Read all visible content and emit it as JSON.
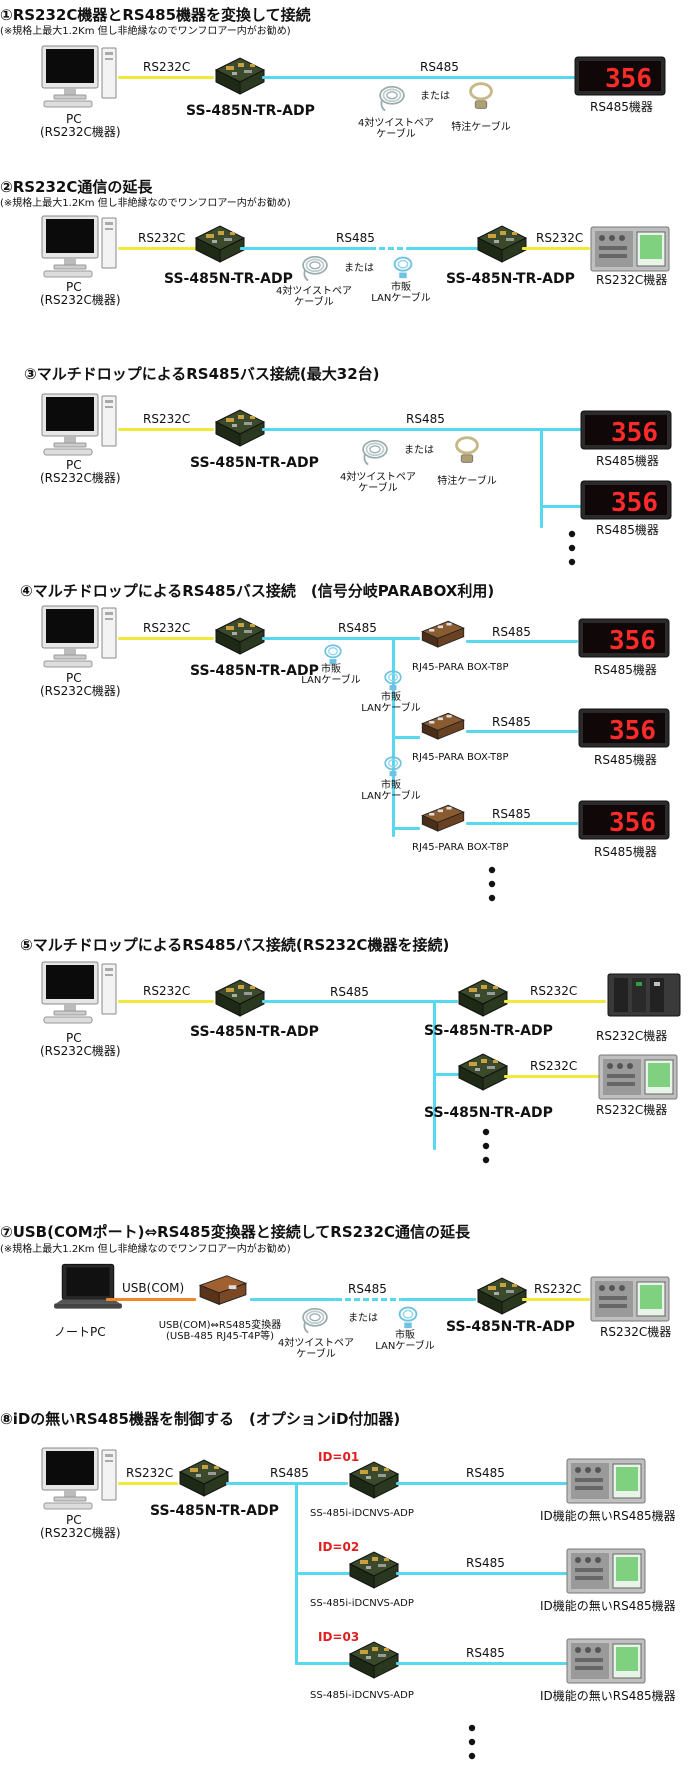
{
  "colors": {
    "rs232c_line": "#f2ea3a",
    "rs485_line": "#56d8ee",
    "usb_line": "#f0882a",
    "id_label": "#e02020",
    "display_digits": "#ff2a2a"
  },
  "s1": {
    "title": "①RS232C機器とRS485機器を変換して接続",
    "note": "(※規格上最大1.2Km 但し非絶縁なのでワンフロアー内がお勧め)",
    "rs232c": "RS232C",
    "rs485": "RS485",
    "converter": "SS-485N-TR-ADP",
    "pc1": "PC",
    "pc2": "(RS232C機器)",
    "cable1a": "4対ツイストペア",
    "cable1b": "ケーブル",
    "or": "または",
    "cable2": "特注ケーブル",
    "device": "RS485機器",
    "digits": "356"
  },
  "s2": {
    "title": "②RS232C通信の延長",
    "note": "(※規格上最大1.2Km 但し非絶縁なのでワンフロアー内がお勧め)",
    "rs232c_left": "RS232C",
    "rs232c_right": "RS232C",
    "rs485": "RS485",
    "converter_left": "SS-485N-TR-ADP",
    "converter_right": "SS-485N-TR-ADP",
    "pc1": "PC",
    "pc2": "(RS232C機器)",
    "cable1a": "4対ツイストペア",
    "cable1b": "ケーブル",
    "or": "または",
    "lan1": "市販",
    "lan2": "LANケーブル",
    "device": "RS232C機器"
  },
  "s3": {
    "title": "③マルチドロップによるRS485バス接続(最大32台)",
    "rs232c": "RS232C",
    "rs485": "RS485",
    "converter": "SS-485N-TR-ADP",
    "pc1": "PC",
    "pc2": "(RS232C機器)",
    "cable1a": "4対ツイストペア",
    "cable1b": "ケーブル",
    "or": "または",
    "cable2": "特注ケーブル",
    "device1": "RS485機器",
    "device2": "RS485機器",
    "digits": "356"
  },
  "s4": {
    "title": "④マルチドロップによるRS485バス接続　(信号分岐PARABOX利用)",
    "rs232c": "RS232C",
    "rs485_main": "RS485",
    "rs485_1": "RS485",
    "rs485_2": "RS485",
    "rs485_3": "RS485",
    "converter": "SS-485N-TR-ADP",
    "pc1": "PC",
    "pc2": "(RS232C機器)",
    "lan_a1": "市販",
    "lan_a2": "LANケーブル",
    "lan_b1": "市販",
    "lan_b2": "LANケーブル",
    "lan_c1": "市販",
    "lan_c2": "LANケーブル",
    "box1": "RJ45-PARA BOX-T8P",
    "box2": "RJ45-PARA BOX-T8P",
    "box3": "RJ45-PARA BOX-T8P",
    "device1": "RS485機器",
    "device2": "RS485機器",
    "device3": "RS485機器",
    "digits": "356"
  },
  "s5": {
    "title": "⑤マルチドロップによるRS485バス接続(RS232C機器を接続)",
    "rs232c": "RS232C",
    "rs485": "RS485",
    "rs232c_r1": "RS232C",
    "rs232c_r2": "RS232C",
    "converter": "SS-485N-TR-ADP",
    "converter_r1": "SS-485N-TR-ADP",
    "converter_r2": "SS-485N-TR-ADP",
    "pc1": "PC",
    "pc2": "(RS232C機器)",
    "device1": "RS232C機器",
    "device2": "RS232C機器"
  },
  "s7": {
    "title": "⑦USB(COMポート)⇔RS485変換器と接続してRS232C通信の延長",
    "note": "(※規格上最大1.2Km 但し非絶縁なのでワンフロアー内がお勧め)",
    "usb": "USB(COM)",
    "rs485": "RS485",
    "rs232c": "RS232C",
    "notebook": "ノートPC",
    "usbconv1": "USB(COM)⇔RS485変換器",
    "usbconv2": "(USB-485 RJ45-T4P等)",
    "cable1a": "4対ツイストペア",
    "cable1b": "ケーブル",
    "or": "または",
    "lan1": "市販",
    "lan2": "LANケーブル",
    "converter": "SS-485N-TR-ADP",
    "device": "RS232C機器"
  },
  "s8": {
    "title": "⑧iDの無いRS485機器を制御する　(オプションiD付加器)",
    "rs232c": "RS232C",
    "rs485_main": "RS485",
    "converter": "SS-485N-TR-ADP",
    "pc1": "PC",
    "pc2": "(RS232C機器)",
    "id1": "ID=01",
    "id2": "ID=02",
    "id3": "ID=03",
    "idconv1": "SS-485i-iDCNVS-ADP",
    "idconv2": "SS-485i-iDCNVS-ADP",
    "idconv3": "SS-485i-iDCNVS-ADP",
    "rs485_1": "RS485",
    "rs485_2": "RS485",
    "rs485_3": "RS485",
    "device1": "ID機能の無いRS485機器",
    "device2": "ID機能の無いRS485機器",
    "device3": "ID機能の無いRS485機器"
  }
}
